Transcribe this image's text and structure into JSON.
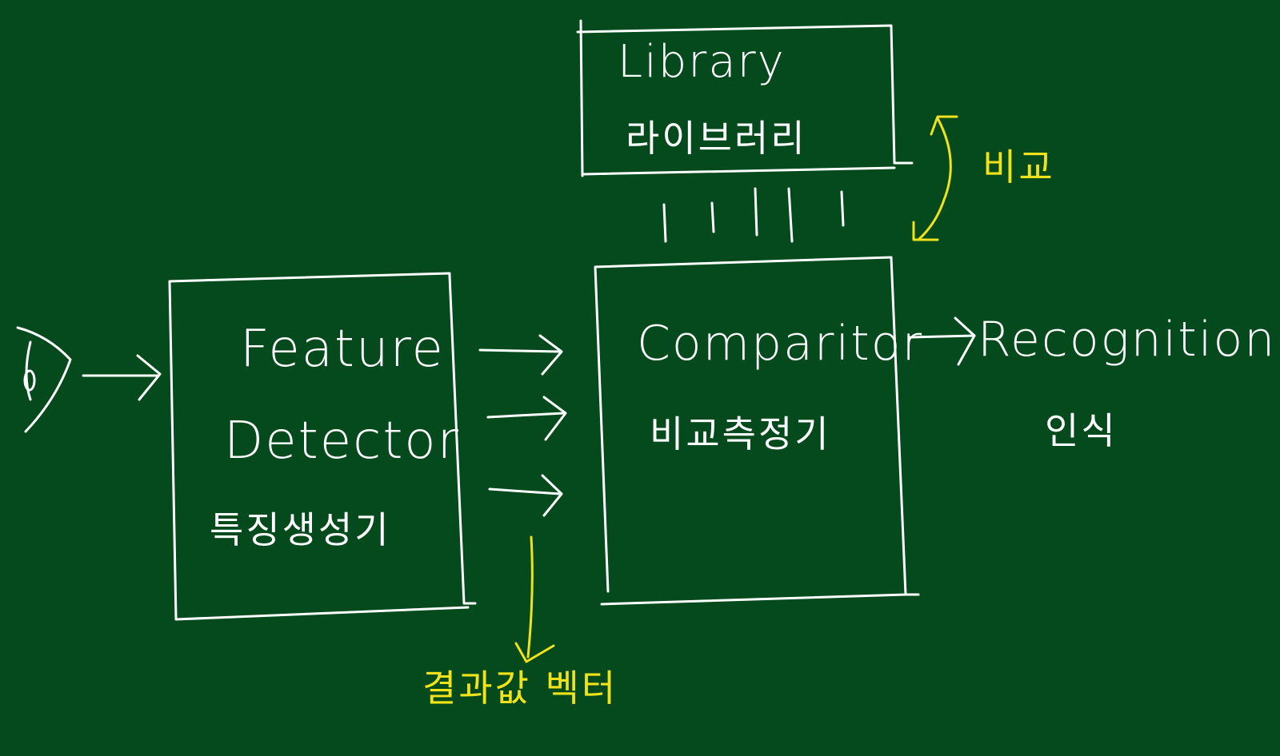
{
  "colors": {
    "background": "#044a1c",
    "chalk_white": "#ffffff",
    "chalk_yellow": "#f2e21a"
  },
  "eye_icon": "eye-icon",
  "feature_detector": {
    "title_line1": "Feature",
    "title_line2": "Detector",
    "title_korean": "특징생성기"
  },
  "result_vector_label": "결과값 벡터",
  "library": {
    "title": "Library",
    "title_korean": "라이브러리"
  },
  "compare_label": "비교",
  "comparator": {
    "title": "Comparitor",
    "title_korean": "비교측정기"
  },
  "recognition": {
    "title": "Recognition",
    "title_korean": "인식"
  }
}
